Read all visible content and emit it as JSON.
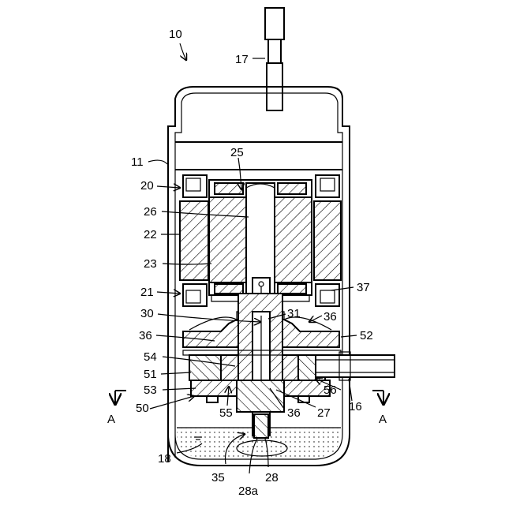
{
  "labels": {
    "l10": "10",
    "l17": "17",
    "l11": "11",
    "l25": "25",
    "l20": "20",
    "l26": "26",
    "l22": "22",
    "l23": "23",
    "l21": "21",
    "l37": "37",
    "l30": "30",
    "l31": "31",
    "l36a": "36",
    "l36b": "36",
    "l36c": "36",
    "l52": "52",
    "l54": "54",
    "l51": "51",
    "l53": "53",
    "l56": "56",
    "l50": "50",
    "l55": "55",
    "l27": "27",
    "l16": "16",
    "lA1": "A",
    "lA2": "A",
    "l18": "18",
    "l35": "35",
    "l28": "28",
    "l28a": "28a"
  }
}
